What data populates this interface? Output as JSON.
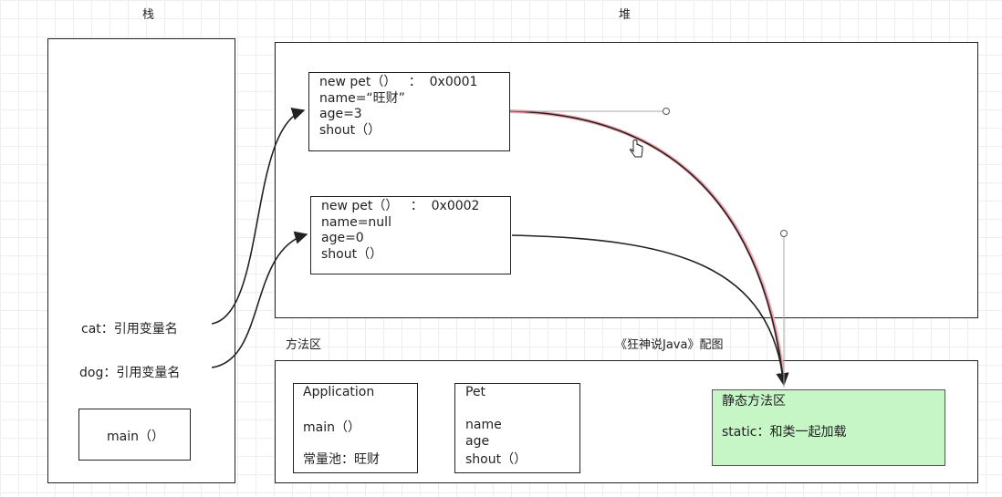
{
  "headers": {
    "stack": "栈",
    "heap": "堆",
    "method_area": "方法区",
    "caption": "《狂神说Java》配图"
  },
  "stack": {
    "cat_ref": "cat：引用变量名",
    "dog_ref": "dog：引用变量名",
    "main": "main（）"
  },
  "heap": {
    "obj1": {
      "line1": "new pet（）   ：  0x0001",
      "line2": "name=“旺财”",
      "line3": "age=3",
      "line4": "shout（）"
    },
    "obj2": {
      "line1": "new pet（）   ：  0x0002",
      "line2": "name=null",
      "line3": "age=0",
      "line4": "shout（）"
    }
  },
  "method_area": {
    "application": {
      "title": "Application",
      "main": "main（）",
      "pool": "常量池：旺财"
    },
    "pet": {
      "title": "Pet",
      "f1": "name",
      "f2": "age",
      "f3": "shout（）"
    },
    "static_area": {
      "title": "静态方法区",
      "desc": "static：和类一起加载"
    }
  },
  "colors": {
    "static_fill": "#c6f5c6",
    "static_border": "#555555",
    "line": "#222222",
    "highlight": "#f2a6b0"
  }
}
